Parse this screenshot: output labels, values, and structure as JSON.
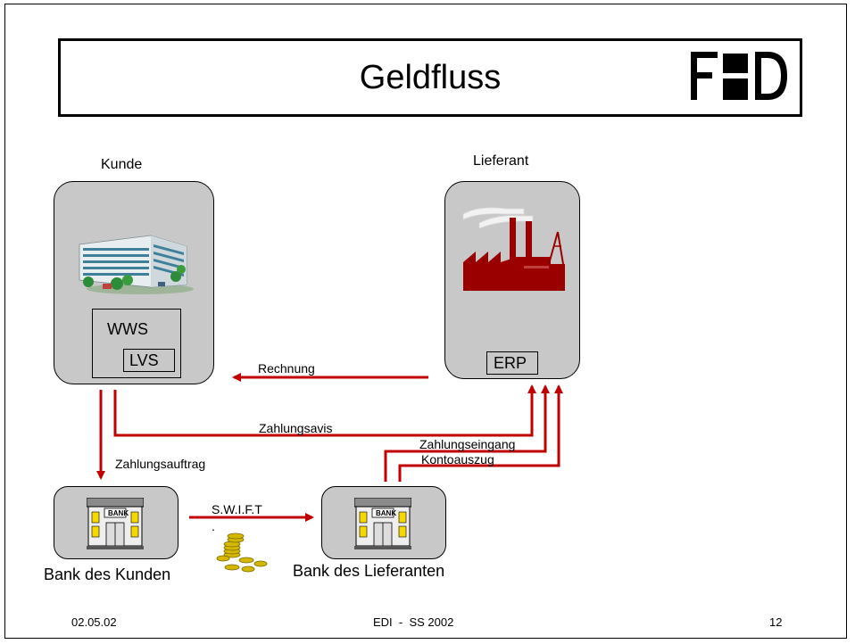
{
  "slide": {
    "title": "Geldfluss",
    "logo_text": "F D"
  },
  "nodes": {
    "kunde": {
      "label": "Kunde",
      "wws": "WWS",
      "lvs": "LVS"
    },
    "lieferant": {
      "label": "Lieferant",
      "erp": "ERP"
    },
    "bank_kunde": {
      "label": "Bank des Kunden",
      "sign": "BANK"
    },
    "bank_lieferant": {
      "label": "Bank des Lieferanten",
      "sign": "BANK"
    }
  },
  "flows": {
    "rechnung": "Rechnung",
    "zahlungsavis": "Zahlungsavis",
    "zahlungsauftrag": "Zahlungsauftrag",
    "swift": "S.W.I.F.T",
    "swift_dot": ".",
    "zahlungseingang": "Zahlungseingang",
    "kontoauszug": "Kontoauszug"
  },
  "colors": {
    "arrow": "#c00000",
    "node_fill": "#c8c8c8",
    "factory": "#9b0000"
  },
  "footer": {
    "date": "02.05.02",
    "course": "EDI  -  SS 2002",
    "page": "12"
  }
}
